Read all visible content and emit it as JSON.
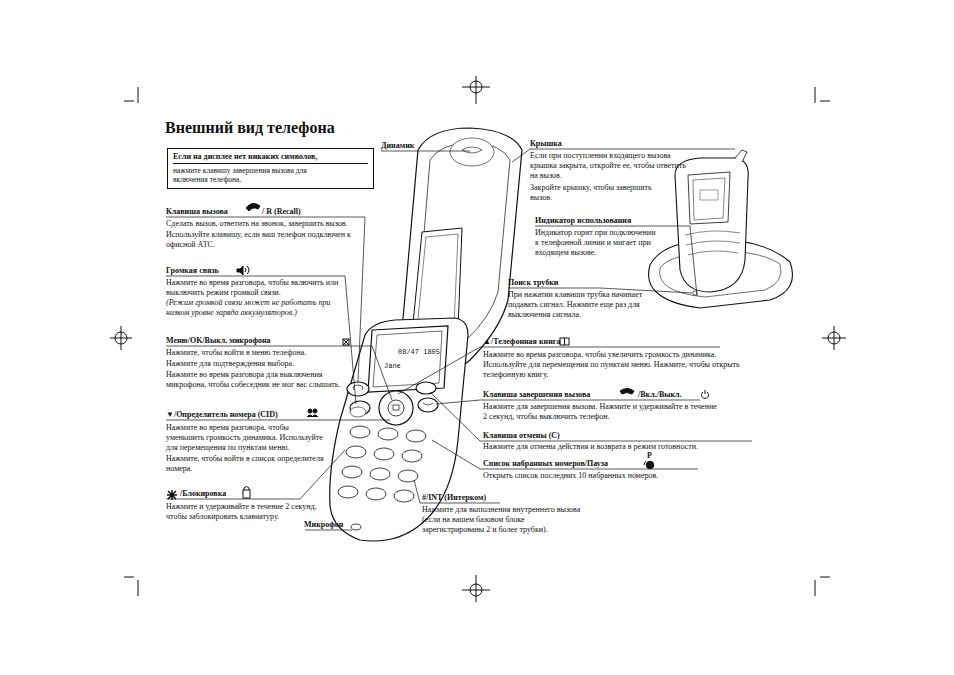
{
  "diagram": {
    "title": "Внешний вид телефона",
    "nodes": [
      {
        "text": [
          "Если на дисплее нет никаких символов,",
          "нажмите клавишу завершения вызова для включения телефона."
        ]
      }
    ],
    "labels": [
      "Динамик",
      "Крышка",
      "Если при поступлении входящего вызова крышка закрыта, откройте ее, чтобы ответить на вызов.",
      "Закройте крышку, чтобы завершить вызов.",
      "Индикатор использования",
      "Индикатор горит при подключении к телефонной линии и мигает при входящем вызове.",
      "Поиск трубки",
      "При нажатии клавиши трубка начинает подавать сигнал. Нажмите еще раз для выключения сигнала.",
      "Клавиша вызова",
      "/ R (Recall)",
      "Сделать вызов, ответить на звонок, завершить вызов.",
      "Используйте клавишу, если ваш телефон подключен к офисной АТС.",
      "Громкая связь",
      "Нажмите во время разговора, чтобы включить или выключить режим громкой связи.",
      "(Режим громкой связи может не работать при низком уровне заряда аккумуляторов.)",
      "Меню/OK/Выкл. микрофона",
      "Нажмите, чтобы войти в меню телефона.",
      "Нажмите для подтверждения выбора.",
      "Нажмите во время разговора для выключения микрофона, чтобы собеседник не мог вас слышать.",
      "▼/Определитель номера (CID)",
      "Нажмите во время разговора, чтобы уменьшить громкость динамика. Используйте для перемещения по пунктам меню.",
      "Нажмите, чтобы войти в список определителя номера.",
      "/Блокировка",
      "Нажмите и удерживайте в течение 2 секунд, чтобы заблокировать клавиатуру.",
      "Микрофон",
      "▲/Телефонная книга",
      "Нажмите во время разговора, чтобы увеличить громкость динамика. Используйте для перемещения по пунктам меню. Нажмите, чтобы открыть телефонную книгу.",
      "Клавиша завершения вызова",
      "/Вкл./Выкл.",
      "Нажмите для завершения вызова. Нажмите и удерживайте в течение 2 секунд, чтобы выключить телефон.",
      "Клавиша отмены (C)",
      "Нажмите для отмены действия и возврата в режим готовности.",
      "Список набранных номеров/Пауза",
      "P",
      "Открыть список последних 10 набранных номеров.",
      "#/INT (Интерком)",
      "Нажмите для выполнения внутреннего вызова (если на вашем базовом блоке зарегистрированы 2 и более трубки).",
      "Jane",
      "08/47 1805"
    ]
  }
}
